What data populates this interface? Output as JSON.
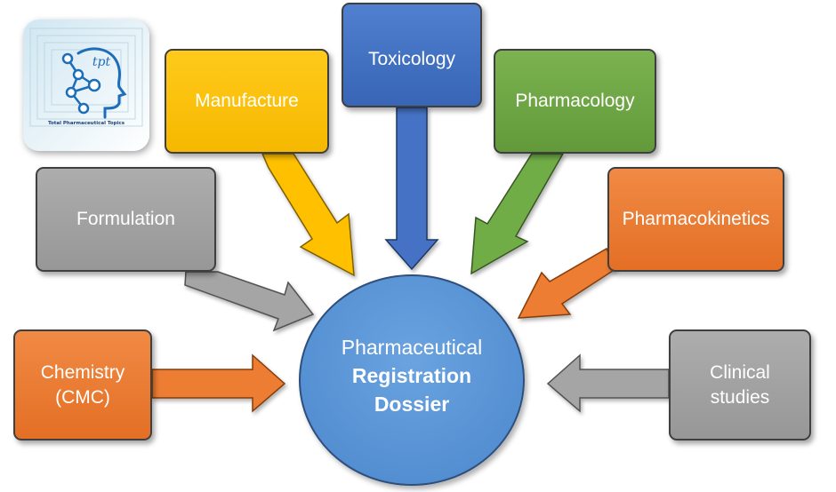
{
  "logo": {
    "text": "tpt",
    "caption": "Total Pharmaceutical Topics"
  },
  "hub": {
    "line1": "Pharmaceutical",
    "line2": "Registration",
    "line3": "Dossier"
  },
  "nodes": {
    "manufacture": {
      "label": "Manufacture",
      "color": "#ffc000"
    },
    "toxicology": {
      "label": "Toxicology",
      "color": "#4472c4"
    },
    "pharmacology": {
      "label": "Pharmacology",
      "color": "#70ad47"
    },
    "formulation": {
      "label": "Formulation",
      "color": "#a5a5a5"
    },
    "pharmacokinetics": {
      "label": "Pharmacokinetics",
      "color": "#ed7d31"
    },
    "chemistry": {
      "line1": "Chemistry",
      "line2": "(CMC)",
      "color": "#ed7d31"
    },
    "clinical": {
      "line1": "Clinical",
      "line2": "studies",
      "color": "#a5a5a5"
    }
  }
}
